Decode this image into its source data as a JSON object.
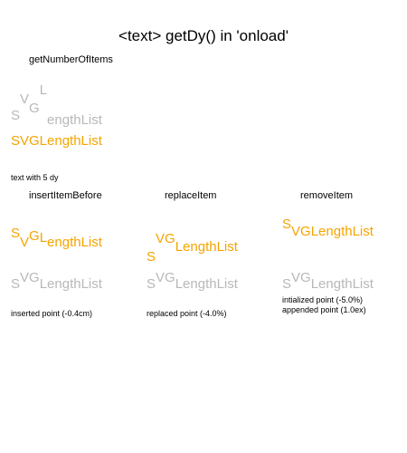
{
  "page_title": "<text> getDy() in 'onload'",
  "colors": {
    "orange": "#f5a400",
    "gray": "#b8b8b8",
    "black": "#000000"
  },
  "sections": {
    "get_number": {
      "heading": "getNumberOfItems",
      "gray_text": "SVGLengthList",
      "orange_text": "SVGLengthList",
      "caption": "text with 5 dy"
    },
    "insert": {
      "heading": "insertItemBefore",
      "orange_text": "SVGLengthList",
      "gray_text": "SVGLengthList",
      "caption": "inserted point (-0.4cm)"
    },
    "replace": {
      "heading": "replaceItem",
      "orange_text": "SVGLengthList",
      "gray_text": "SVGLengthList",
      "caption": "replaced point (-4.0%)"
    },
    "remove": {
      "heading": "removeItem",
      "orange_text": "SVGLengthList",
      "gray_text": "SVGLengthList",
      "caption_lines": [
        "intialized point (-5.0%)",
        "appended point (1.0ex)"
      ]
    }
  }
}
